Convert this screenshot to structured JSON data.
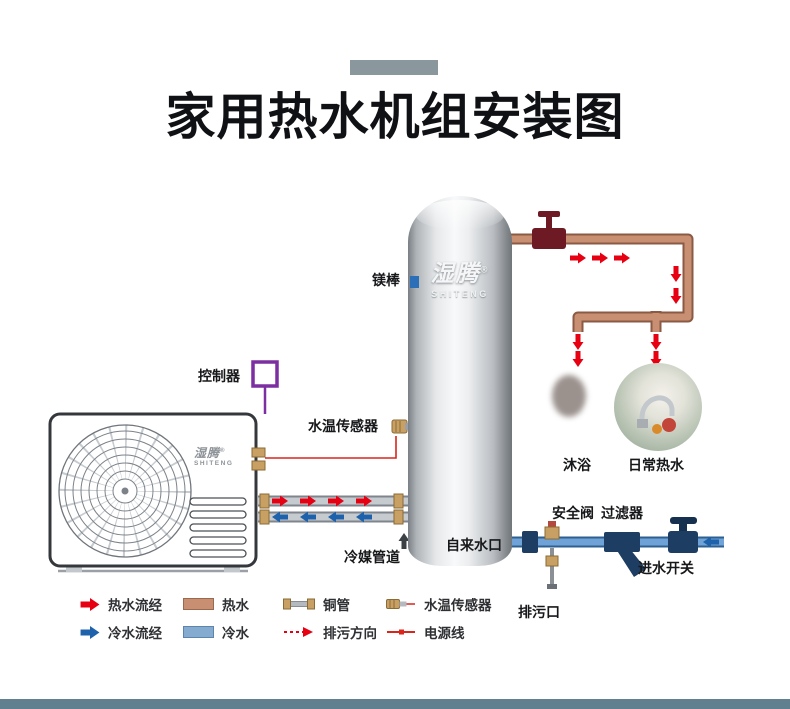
{
  "page": {
    "title": "家用热水机组安装图"
  },
  "brand": {
    "cn": "湿腾",
    "mark": "®",
    "en": "SHITENG"
  },
  "diagram": {
    "labels": {
      "magnesium_rod": "镁棒",
      "controller": "控制器",
      "water_temp_sensor": "水温传感器",
      "refrigerant_pipe": "冷媒管道",
      "tap_water_inlet": "自来水口",
      "shower": "沐浴",
      "daily_hot_water": "日常热水",
      "safety_valve": "安全阀",
      "filter": "过滤器",
      "inlet_switch": "进水开关",
      "drain_outlet": "排污口"
    },
    "colors": {
      "hot_flow_arrow": "#e60012",
      "cold_flow_arrow": "#1e62ac",
      "hot_pipe": "#c98f72",
      "cold_pipe": "#6fa3d8",
      "controller_purple": "#7b2fa0",
      "magnesium_marker_blue": "#2a6fb8",
      "accent_bar": "#8a989e",
      "footer_bar": "#60808f"
    }
  },
  "legend": {
    "items": [
      {
        "label": "热水流经",
        "symbol": "hot-flow-arrow"
      },
      {
        "label": "热水",
        "symbol": "hot-water-bar"
      },
      {
        "label": "铜管",
        "symbol": "copper-pipe"
      },
      {
        "label": "水温传感器",
        "symbol": "water-temp-sensor"
      },
      {
        "label": "冷水流经",
        "symbol": "cold-flow-arrow"
      },
      {
        "label": "冷水",
        "symbol": "cold-water-bar"
      },
      {
        "label": "排污方向",
        "symbol": "drain-direction-arrow"
      },
      {
        "label": "电源线",
        "symbol": "power-line"
      }
    ]
  }
}
